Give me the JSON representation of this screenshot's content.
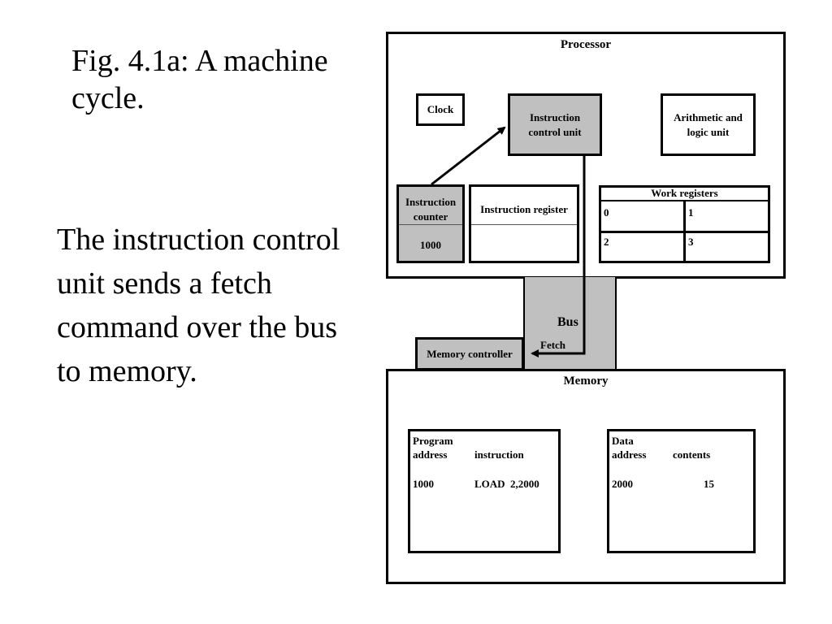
{
  "slide": {
    "title": "Fig. 4.1a: A machine cycle.",
    "body": "The instruction control unit sends a fetch command over the bus to memory."
  },
  "processor": {
    "title": "Processor",
    "clock": "Clock",
    "icu": "Instruction control unit",
    "alu": "Arithmetic and logic unit",
    "instruction_counter": {
      "label": "Instruction counter",
      "value": "1000"
    },
    "instruction_register": "Instruction register",
    "work_registers": {
      "title": "Work registers",
      "cells": [
        "0",
        "1",
        "2",
        "3"
      ]
    }
  },
  "bus": {
    "label": "Bus",
    "fetch": "Fetch"
  },
  "memory_controller": "Memory controller",
  "memory": {
    "title": "Memory",
    "program": {
      "title": "Program",
      "col1": "address",
      "col2": "instruction",
      "rows": [
        {
          "address": "1000",
          "instruction": "LOAD  2,2000"
        }
      ]
    },
    "data": {
      "title": "Data",
      "col1": "address",
      "col2": "contents",
      "rows": [
        {
          "address": "2000",
          "contents": "15"
        }
      ]
    }
  },
  "colors": {
    "unit_fill": "#c0c0c0",
    "line": "#000000"
  }
}
